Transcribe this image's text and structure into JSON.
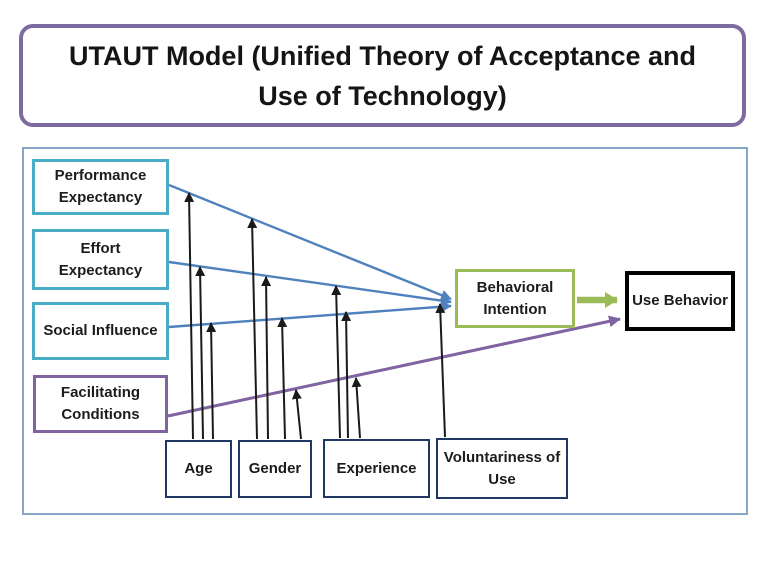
{
  "title": {
    "line1": "UTAUT Model (Unified Theory of Acceptance and",
    "line2": "Use of Technology)"
  },
  "boxes": {
    "performance": {
      "label": "Performance Expectancy"
    },
    "effort": {
      "label": "Effort Expectancy"
    },
    "social": {
      "label": "Social Influence"
    },
    "facilitating": {
      "label": "Facilitating Conditions"
    },
    "behavioral_intention": {
      "label": "Behavioral Intention"
    },
    "use_behavior": {
      "label": "Use Behavior"
    },
    "age": {
      "label": "Age"
    },
    "gender": {
      "label": "Gender"
    },
    "experience": {
      "label": "Experience"
    },
    "voluntariness": {
      "label": "Voluntariness of Use"
    }
  },
  "connections": [
    {
      "from": "Performance Expectancy",
      "to": "Behavioral Intention",
      "color": "#4F81BD"
    },
    {
      "from": "Effort Expectancy",
      "to": "Behavioral Intention",
      "color": "#4F81BD"
    },
    {
      "from": "Social Influence",
      "to": "Behavioral Intention",
      "color": "#4F81BD"
    },
    {
      "from": "Facilitating Conditions",
      "to": "Use Behavior",
      "color": "#8064A2"
    },
    {
      "from": "Behavioral Intention",
      "to": "Use Behavior",
      "color": "#9BBB59"
    }
  ],
  "moderators": [
    {
      "name": "Age",
      "targets": [
        "Performance Expectancy",
        "Effort Expectancy",
        "Social Influence"
      ]
    },
    {
      "name": "Gender",
      "targets": [
        "Performance Expectancy",
        "Effort Expectancy",
        "Social Influence",
        "Facilitating Conditions"
      ]
    },
    {
      "name": "Experience",
      "targets": [
        "Effort Expectancy",
        "Social Influence",
        "Facilitating Conditions"
      ]
    },
    {
      "name": "Voluntariness of Use",
      "targets": [
        "Social Influence"
      ]
    }
  ],
  "colors": {
    "title_border": "#7D6B9F",
    "teal_box_border": "#4BACC6",
    "purple_box_border": "#8064A2",
    "green_box_border": "#9BBB59",
    "navy_box_border": "#203864",
    "black_box_border": "#000000",
    "frame_border": "#86A8C6",
    "blue_line": "#4F81BD",
    "purple_line": "#8064A2",
    "green_arrow": "#9BBB59",
    "black_arrow": "#1A1A1A",
    "text": "#1C1C1C"
  }
}
